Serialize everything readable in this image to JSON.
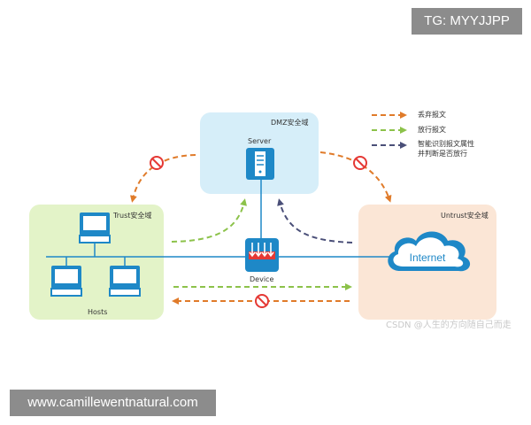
{
  "zones": {
    "dmz": "DMZ安全域",
    "trust": "Trust安全域",
    "untrust": "Untrust安全域"
  },
  "nodes": {
    "server": "Server",
    "device": "Device",
    "hosts": "Hosts",
    "internet": "Internet"
  },
  "legend": [
    {
      "label": "丢弃报文",
      "color": "#e07b2a"
    },
    {
      "label": "放行报文",
      "color": "#8cc24a"
    },
    {
      "label": "智能识别报文属性",
      "label2": "并判断是否放行",
      "color": "#4a4f78"
    }
  ],
  "watermarks": {
    "tg": "TG: MYYJJPP",
    "url": "www.camillewentnatural.com",
    "csdn": "CSDN @人生的方向随自己而走"
  },
  "colors": {
    "drop": "#e07b2a",
    "allow": "#8cc24a",
    "inspect": "#4a4f78",
    "link": "#1e88c7",
    "dmz_bg": "#d6eef9",
    "trust_bg": "#e3f3c8",
    "untrust_bg": "#fbe6d6"
  }
}
